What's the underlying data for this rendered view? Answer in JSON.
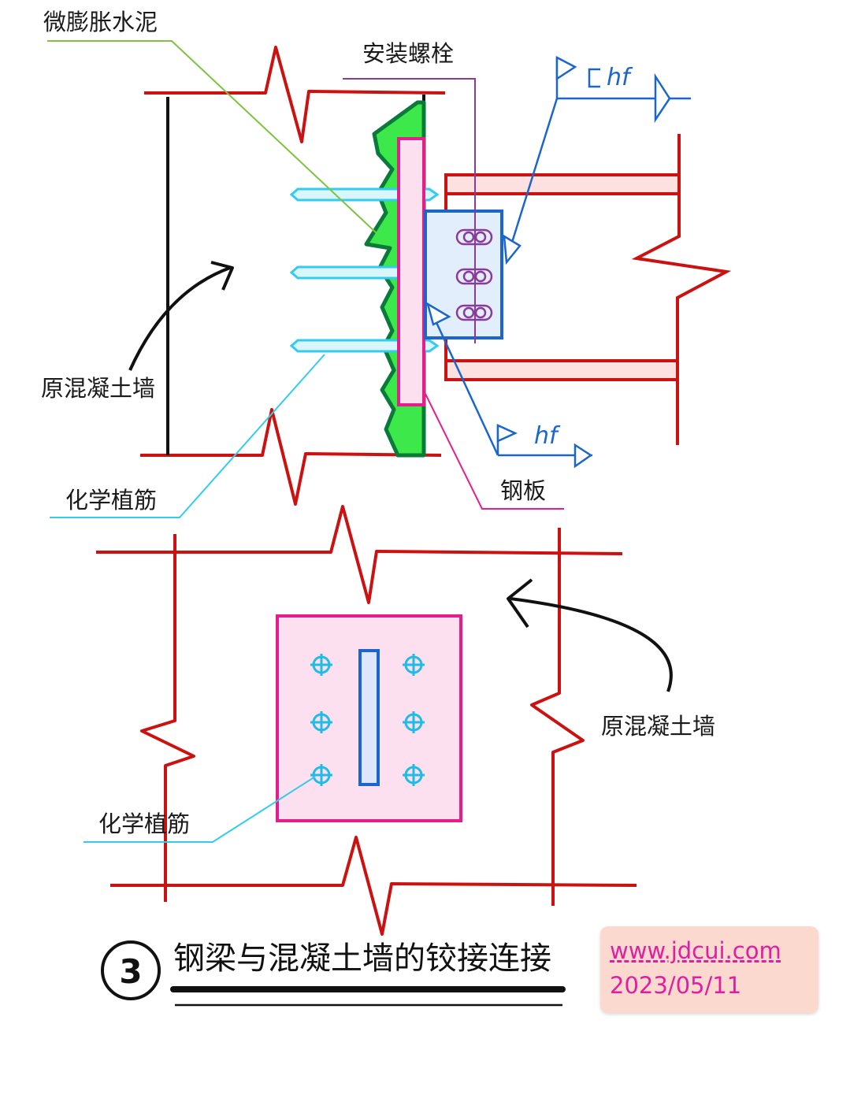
{
  "labels": {
    "micro_expansion_cement": "微膨胀水泥",
    "install_bolt": "安装螺栓",
    "weld_symbol_top": "hf",
    "existing_wall_top": "原混凝土墙",
    "weld_symbol_bottom": "hf",
    "steel_plate": "钢板",
    "chemical_rebar_top": "化学植筋",
    "existing_wall_bottom": "原混凝土墙",
    "chemical_rebar_bottom": "化学植筋"
  },
  "title": {
    "number": "3",
    "text": "钢梁与混凝土墙的铰接连接"
  },
  "watermark": {
    "url": "www.jdcui.com",
    "date": "2023/05/11"
  },
  "colors": {
    "concrete_outline": "#cc1111",
    "steel_plate": "#e61e8c",
    "steel_plate_fill": "#fde0f0",
    "cement": "#22cc22",
    "cement_edge": "#0a7a3a",
    "rebar": "#33ccee",
    "weld_marker": "#1a66cc",
    "bolt": "#8a3a9a",
    "badge_bg": "#fcd9cf",
    "badge_text": "#e01fa0"
  }
}
